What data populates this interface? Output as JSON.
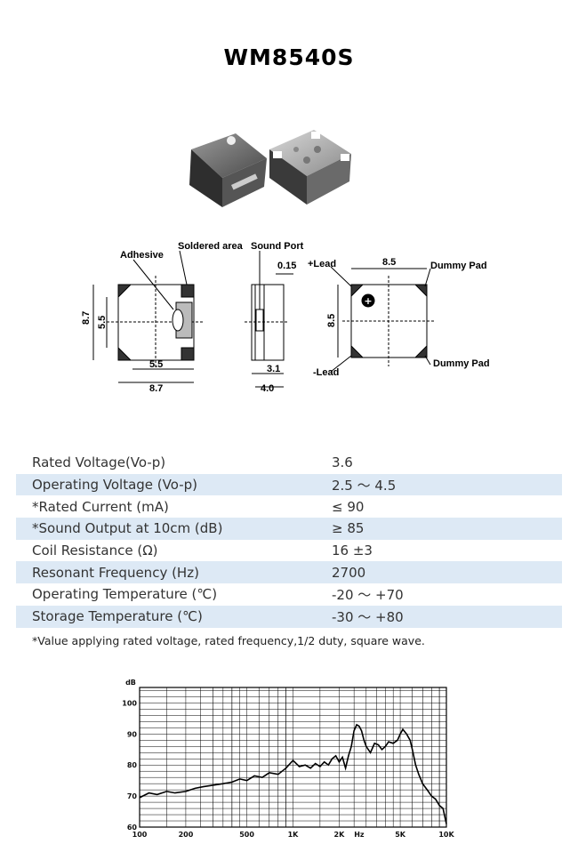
{
  "title": "WM8540S",
  "drawing_labels": {
    "adhesive": "Adhesive",
    "soldered_area": "Soldered area",
    "sound_port": "Sound Port",
    "plus_lead": "+Lead",
    "minus_lead": "-Lead",
    "dummy_pad_top": "Dummy Pad",
    "dummy_pad_bottom": "Dummy Pad",
    "dim_8_7_side": "8.7",
    "dim_5_5_side": "5.5",
    "dim_5_5_bottom": "5.5",
    "dim_8_7_bottom": "8.7",
    "dim_0_15": "0.15",
    "dim_3_1": "3.1",
    "dim_4_0": "4.0",
    "dim_8_5_top": "8.5",
    "dim_8_5_side": "8.5",
    "plus_symbol": "+"
  },
  "specs": [
    {
      "label": "Rated Voltage(Vo-p)",
      "value": "3.6"
    },
    {
      "label": "Operating Voltage (Vo-p)",
      "value": "2.5 ～ 4.5"
    },
    {
      "label": "*Rated Current (mA)",
      "value": "≤ 90"
    },
    {
      "label": "*Sound Output at 10cm (dB)",
      "value": "≥ 85"
    },
    {
      "label": "Coil Resistance (Ω)",
      "value": "16 ±3"
    },
    {
      "label": "Resonant Frequency (Hz)",
      "value": "2700"
    },
    {
      "label": "Operating Temperature (℃)",
      "value": "-20 ～ +70"
    },
    {
      "label": "Storage Temperature (℃)",
      "value": "-30 ～ +80"
    }
  ],
  "note": "*Value applying rated voltage, rated frequency,1/2 duty, square wave.",
  "chart_data": {
    "type": "line",
    "ylabel": "dB",
    "xscale": "log",
    "ylim": [
      60,
      105
    ],
    "xlim": [
      100,
      10000
    ],
    "grid": true,
    "y_ticks": [
      "100",
      "90",
      "80",
      "70",
      "60"
    ],
    "x_ticks": [
      {
        "v": 100,
        "t": "100"
      },
      {
        "v": 200,
        "t": "200"
      },
      {
        "v": 500,
        "t": "500"
      },
      {
        "v": 1000,
        "t": "1K"
      },
      {
        "v": 2000,
        "t": "2K"
      },
      {
        "v": 2700,
        "t": "Hz"
      },
      {
        "v": 5000,
        "t": "5K"
      },
      {
        "v": 10000,
        "t": "10K"
      }
    ],
    "series": [
      {
        "x": [
          100,
          115,
          130,
          150,
          170,
          200,
          230,
          260,
          300,
          350,
          400,
          450,
          500,
          560,
          630,
          700,
          800,
          900,
          1000,
          1100,
          1200,
          1300,
          1400,
          1500,
          1600,
          1700,
          1800,
          1900,
          2000,
          2100,
          2200,
          2300,
          2400,
          2500,
          2600,
          2700,
          2800,
          2900,
          3000,
          3200,
          3400,
          3600,
          3800,
          4000,
          4200,
          4500,
          4800,
          5000,
          5200,
          5500,
          5800,
          6000,
          6300,
          6600,
          7000,
          7500,
          8000,
          8500,
          9000,
          9500,
          10000
        ],
        "values": [
          69.5,
          71,
          70.5,
          71.5,
          71,
          71.5,
          72.5,
          73,
          73.5,
          74,
          74.5,
          75.5,
          75,
          76.5,
          76,
          77.5,
          77,
          79,
          81.5,
          79.5,
          80,
          79,
          80.5,
          79.5,
          81,
          80,
          82,
          83,
          81,
          82.5,
          79,
          83,
          86,
          91,
          93,
          92.5,
          91,
          88,
          86,
          84,
          87,
          86.5,
          85,
          86,
          87.5,
          87,
          88,
          90,
          91.5,
          90,
          88,
          85,
          80,
          77,
          74,
          72,
          70,
          69,
          67,
          66,
          61
        ]
      }
    ]
  }
}
